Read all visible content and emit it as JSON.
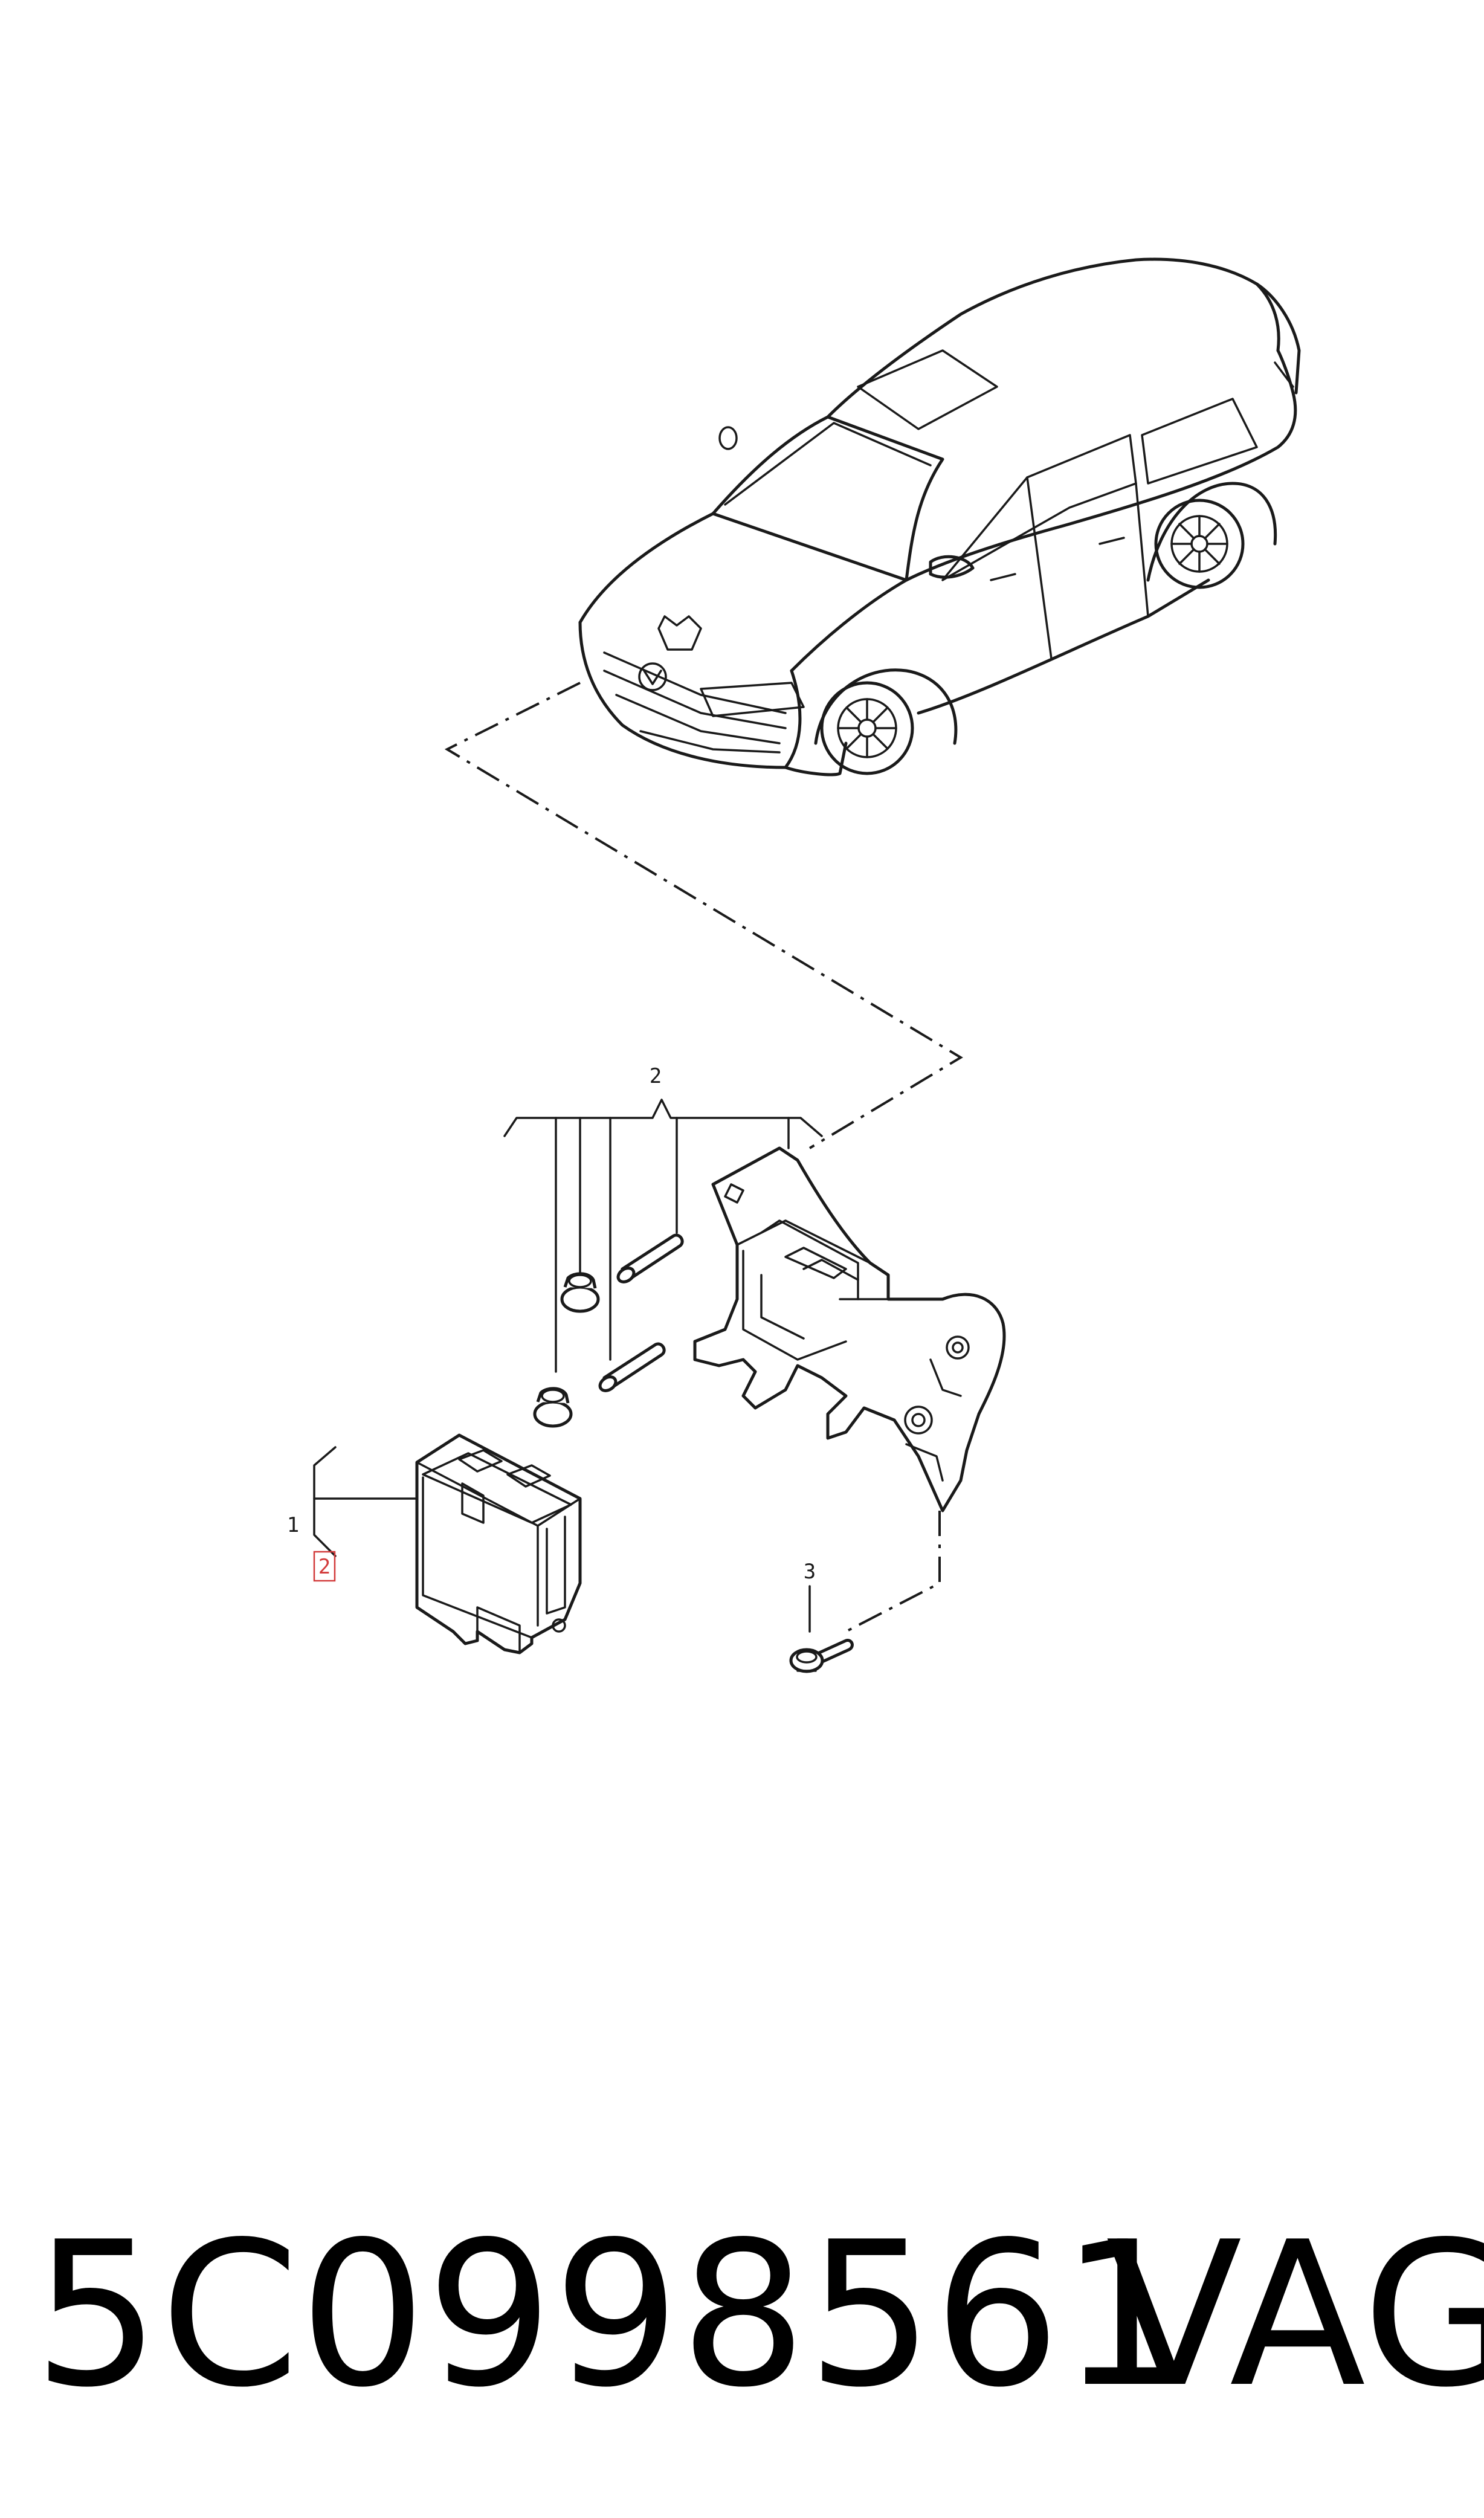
{
  "callouts": {
    "item_1": "1",
    "item_2_group": "2",
    "item_2_ref": "2",
    "item_3": "3"
  },
  "footer": {
    "part_number": "5C0998561",
    "brand": "VAG"
  },
  "colors": {
    "line": "#1a1a1a",
    "ref_box": "#d23a3a",
    "footer_text": "#000000"
  }
}
